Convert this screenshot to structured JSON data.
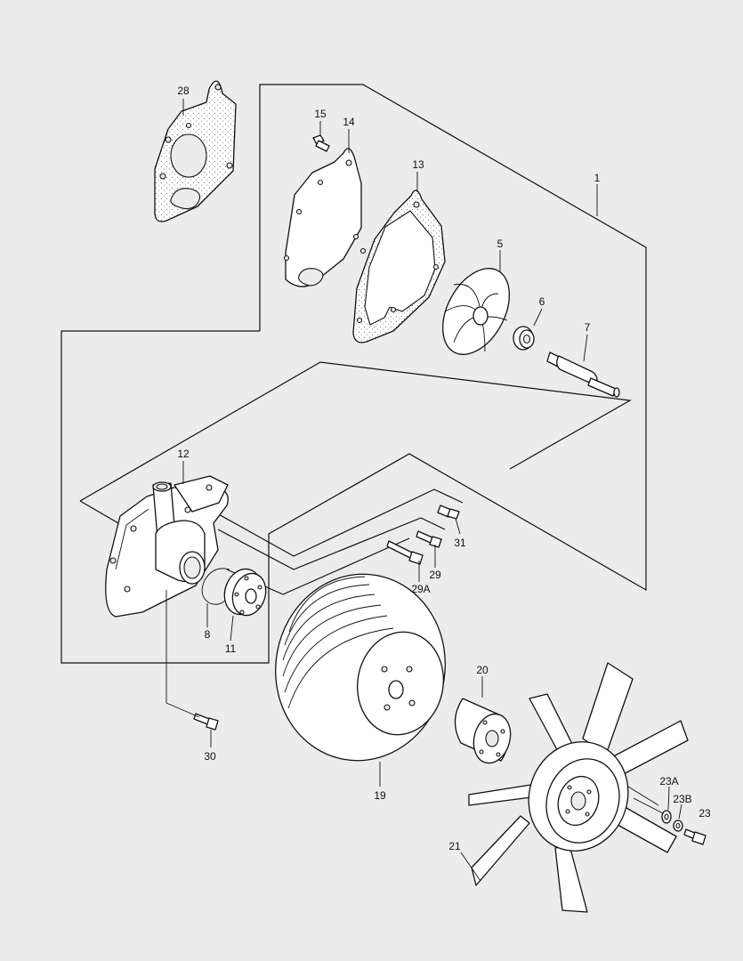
{
  "labels": {
    "l1": "1",
    "l5": "5",
    "l6": "6",
    "l7": "7",
    "l8": "8",
    "l11": "11",
    "l12": "12",
    "l13": "13",
    "l14": "14",
    "l15": "15",
    "l19": "19",
    "l20": "20",
    "l21": "21",
    "l23": "23",
    "l23a": "23A",
    "l23b": "23B",
    "l28": "28",
    "l29": "29",
    "l29a": "29A",
    "l30": "30",
    "l31": "31"
  },
  "colors": {
    "background": "#ececec",
    "line": "#111111",
    "part_fill": "#ffffff"
  }
}
